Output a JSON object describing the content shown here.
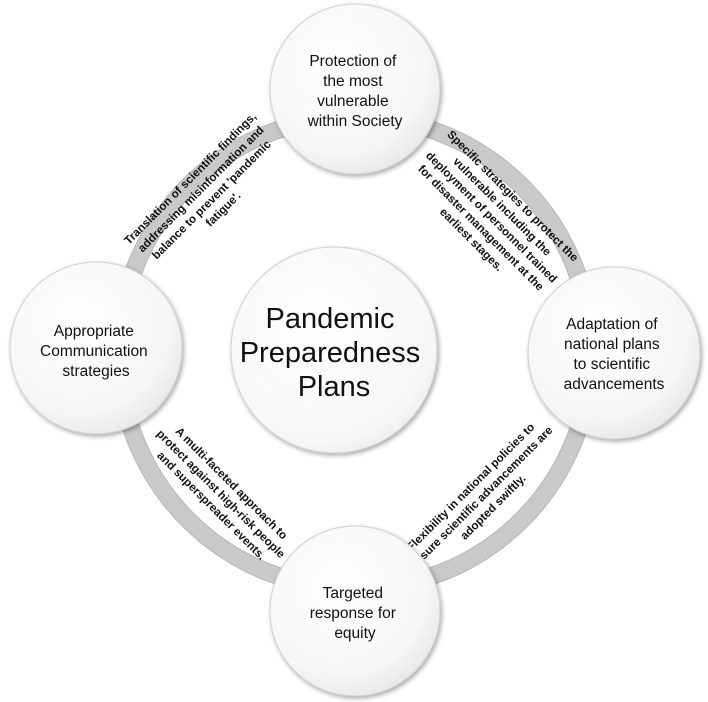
{
  "diagram": {
    "center": {
      "lines": [
        "Pandemic",
        "Preparedness",
        "Plans"
      ]
    },
    "nodes": {
      "top": {
        "lines": [
          "Protection of",
          "the most",
          "vulnerable",
          "within Society"
        ]
      },
      "right": {
        "lines": [
          "Adaptation of",
          "national plans",
          "to scientific",
          "advancements"
        ]
      },
      "bottom": {
        "lines": [
          "Targeted",
          "response for",
          "equity"
        ]
      },
      "left": {
        "lines": [
          "Appropriate",
          "Communication",
          "strategies"
        ]
      }
    },
    "connectors": {
      "top_left": {
        "lines": [
          "Translation of scientific findings,",
          "addressing misinformation and",
          "balance to prevent 'pandemic",
          "fatigue'."
        ]
      },
      "top_right": {
        "lines": [
          "Specific strategies to protect the",
          "vulnerable including the",
          "deployment of personnel trained",
          "for disaster management at the",
          "earliest stages."
        ]
      },
      "bottom_left": {
        "lines": [
          "A multi-faceted approach to",
          "protect against high-risk people",
          "and superspreader events."
        ]
      },
      "bottom_right": {
        "lines": [
          "Flexibility in national policies to",
          "ensure scientific advancements are",
          "adopted swiftly."
        ]
      }
    }
  }
}
